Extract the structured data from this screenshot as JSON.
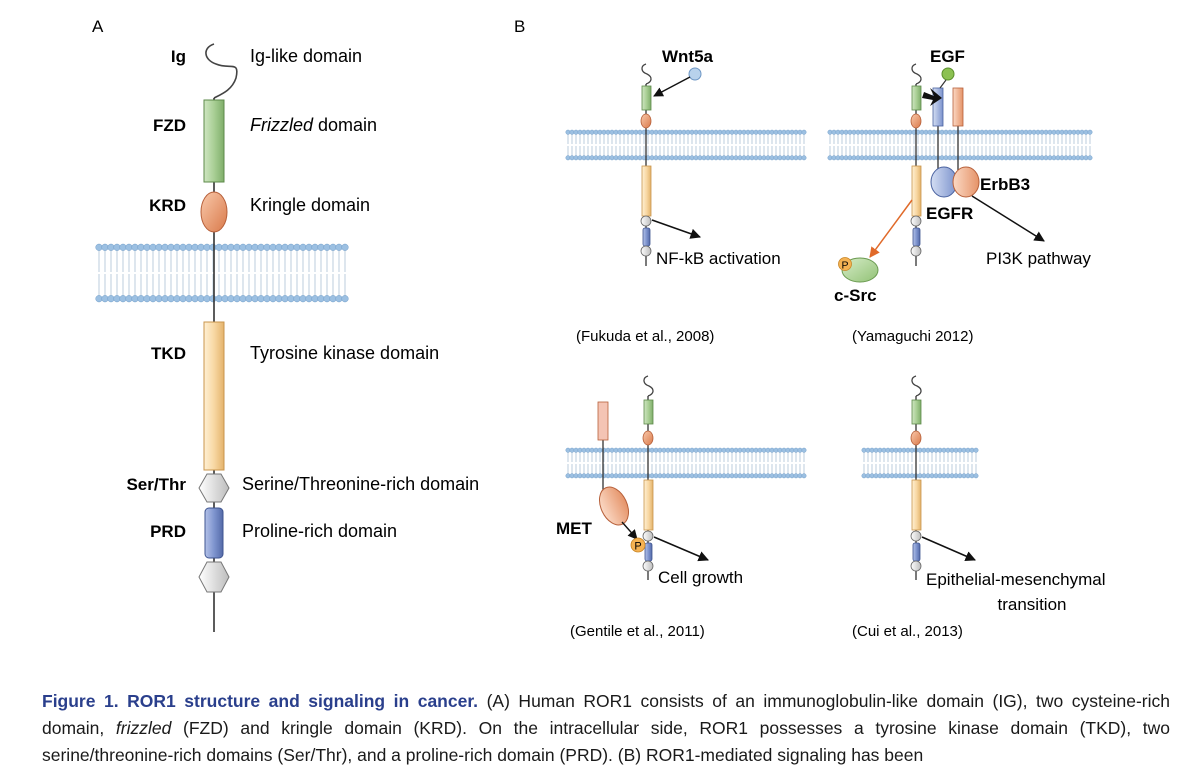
{
  "panel_a": {
    "letter": "A",
    "domains": [
      {
        "abbr": "Ig",
        "label": "Ig-like domain"
      },
      {
        "abbr": "FZD",
        "label": "Frizzled domain",
        "italic_part": "Frizzled",
        "rest": " domain"
      },
      {
        "abbr": "KRD",
        "label": "Kringle domain"
      },
      {
        "abbr": "TKD",
        "label": "Tyrosine kinase domain"
      },
      {
        "abbr": "Ser/Thr",
        "label": "Serine/Threonine-rich domain"
      },
      {
        "abbr": "PRD",
        "label": "Proline-rich domain"
      }
    ]
  },
  "panel_b": {
    "letter": "B",
    "diagrams": [
      {
        "ligand": "Wnt5a",
        "outcome": "NF-kB activation",
        "citation": "(Fukuda et al., 2008)"
      },
      {
        "ligand": "EGF",
        "partners": [
          "ErbB3",
          "EGFR"
        ],
        "kinase": "c-Src",
        "phospho": "P",
        "outcome": "PI3K pathway",
        "citation": "(Yamaguchi 2012)"
      },
      {
        "partner": "MET",
        "phospho": "P",
        "outcome": "Cell growth",
        "citation": "(Gentile et al., 2011)"
      },
      {
        "outcome_line1": "Epithelial-mesenchymal",
        "outcome_line2": "transition",
        "citation": "(Cui et al., 2013)"
      }
    ]
  },
  "caption": {
    "title": "Figure 1. ROR1 structure and signaling in cancer.",
    "text_1": " (A) Human ROR1 consists of an immunoglobulin-like domain (IG), two cysteine-rich domain, ",
    "text_italic": "frizzled",
    "text_2": " (FZD) and kringle domain (KRD). On the intracellular side, ROR1 possesses a tyrosine kinase domain (TKD), two serine/threonine-rich domains (Ser/Thr), and a proline-rich domain (PRD). (B) ROR1-mediated signaling has been"
  },
  "colors": {
    "membrane": "#9cc0e2",
    "fzd": "#b5d6a6",
    "krd": "#f0a47c",
    "tkd": "#f8d8a4",
    "prd": "#8096cf",
    "serthr": "#e8e8e8",
    "egfr": "#a9bde4",
    "erbb3": "#f5b795",
    "met_box": "#f4c4b4",
    "csrc": "#b6d99c",
    "phospho": "#f4b253",
    "egf": "#8cc152",
    "wnt": "#b8d2ec",
    "arrow_orange": "#e06a2a"
  }
}
